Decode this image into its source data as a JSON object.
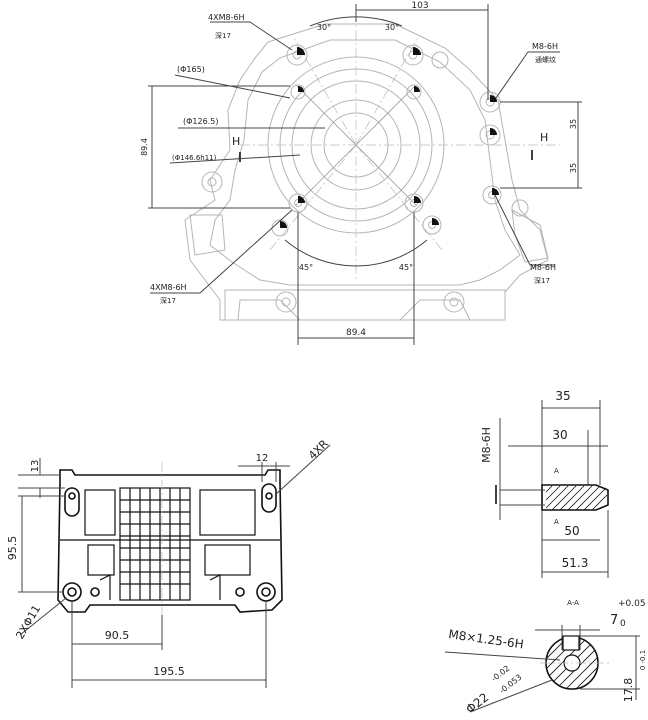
{
  "front_view": {
    "dim_top": "103",
    "angle_left": "30°",
    "angle_right": "30°",
    "dim_vertical": "89.4",
    "dim_bottom": "89.4",
    "angle_bottom_left": "45°",
    "angle_bottom_right": "45°",
    "dia_165": "(Φ165)",
    "dia_126": "(Φ126.5)",
    "dia_146": "(Φ146.6h11)",
    "thread_top_left": "4XM8-6H",
    "thread_top_left_note": "深17",
    "thread_top_right": "M8-6H",
    "thread_top_right_note": "通螺纹",
    "thread_bottom_right": "M8-6H",
    "thread_bottom_right_note": "深17",
    "thread_bottom_left": "4XM8-6H",
    "thread_bottom_left_note": "深17",
    "h_label_left": "H",
    "h_label_right": "H",
    "dim_35_upper": "35",
    "dim_35_lower": "35"
  },
  "bottom_view": {
    "dim_13": "13",
    "dim_12": "12",
    "label_4xr": "4XR",
    "dim_95_5": "95.5",
    "label_2xphi11": "2XΦ11",
    "dim_90_5": "90.5",
    "dim_195_5": "195.5"
  },
  "section_view": {
    "dim_35": "35",
    "dim_30": "30",
    "thread_label": "M8-6H",
    "section_mark_top": "A",
    "section_mark_bottom": "A",
    "dim_50": "50",
    "dim_51_3": "51.3"
  },
  "shaft_section": {
    "title": "A-A",
    "key_width": "7",
    "key_width_tol_upper": "+0.05",
    "key_width_tol_lower": "0",
    "thread_label": "M8×1.25-6H",
    "diameter": "Φ22",
    "dia_tol_upper": "-0.02",
    "dia_tol_lower": "-0.053",
    "key_depth": "17.8",
    "key_depth_tol": "0 -0.1"
  }
}
